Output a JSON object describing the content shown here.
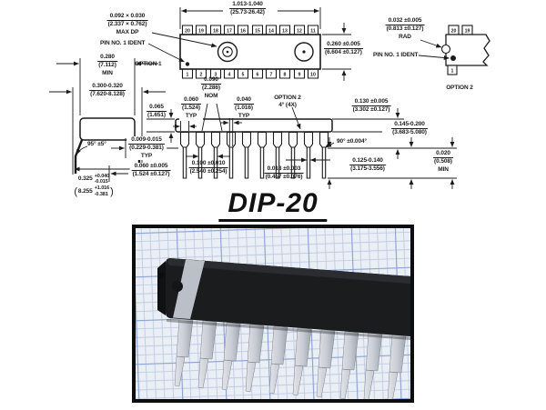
{
  "title": "DIP-20",
  "drawing": {
    "top_view": {
      "pins_top": [
        "20",
        "19",
        "18",
        "17",
        "16",
        "15",
        "14",
        "13",
        "12",
        "11"
      ],
      "pins_bottom": [
        "1",
        "2",
        "3",
        "4",
        "5",
        "6",
        "7",
        "8",
        "9",
        "10"
      ],
      "dim_width": {
        "inch": "1.013-1.040",
        "mm": "(25.73-26.42)"
      },
      "dim_height": {
        "inch": "0.260 ±0.005",
        "mm": "(6.604 ±0.127)"
      },
      "dim_ident": {
        "inch": "0.092 × 0.030",
        "mm": "(2.337 × 0.762)",
        "note": "MAX DP"
      },
      "pin1_label": "PIN NO. 1 IDENT",
      "option_label": "OPTION 1"
    },
    "option2_view": {
      "pins": [
        "20",
        "19"
      ],
      "pin_bottom": "1",
      "dim_rad": {
        "inch": "0.032 ±0.005",
        "mm": "(0.813 ±0.127)",
        "note": "RAD"
      },
      "pin1_label": "PIN NO. 1 IDENT",
      "option_label": "OPTION 2"
    },
    "end_view": {
      "dim_body_min": {
        "inch": "0.280",
        "mm": "(7.112)",
        "note": "MIN"
      },
      "dim_row_spacing": {
        "inch": "0.300-0.320",
        "mm": "(7.620-8.128)"
      },
      "angle": "95° ±5°",
      "dim_span": {
        "inch_main": "0.325",
        "inch_plus": "+0.040",
        "inch_minus": "-0.015",
        "mm_main": "8.255",
        "mm_plus": "+1.016",
        "mm_minus": "-0.381",
        "paren_open": "(",
        "paren_close": ")"
      }
    },
    "side_view": {
      "dim_nom": {
        "inch": "0.090",
        "mm": "(2.286)",
        "note": "NOM"
      },
      "dim_shoulder_w": {
        "inch": "0.060",
        "mm": "(1.524)",
        "note": "TYP"
      },
      "dim_body_h": {
        "inch": "0.065",
        "mm": "(1.651)"
      },
      "dim_tip_w": {
        "inch": "0.040",
        "mm": "(1.016)",
        "note": "TYP"
      },
      "option2_label": "OPTION 2",
      "option2_angle": "4° (4X)",
      "dim_pitch": {
        "inch": "0.100 ±0.010",
        "mm": "(2.540 ±0.254)"
      },
      "dim_lead_thk": {
        "inch": "0.018 ±0.003",
        "mm": "(0.457 ±0.076)"
      },
      "angle_seating": "90° ±0.004°",
      "dim_tip_len": {
        "inch": "0.125-0.140",
        "mm": "(3.175-3.556)"
      },
      "dim_standoff": {
        "inch": "0.020",
        "mm": "(0.508)",
        "note": "MIN"
      },
      "dim_seat_h": {
        "inch": "0.145-0.200",
        "mm": "(3.683-5.080)"
      },
      "dim_shldr_h": {
        "inch": "0.130 ±0.005",
        "mm": "(3.302 ±0.127)"
      },
      "dim_lead_t": {
        "inch": "0.009-0.015",
        "mm": "(0.229-0.381)",
        "note": "TYP"
      },
      "dim_lead_w": {
        "inch": "0.060 ±0.005",
        "mm": "(1.524 ±0.127)"
      }
    }
  },
  "colors": {
    "line": "#1a1a1a",
    "photo_border": "#0d0d0d",
    "paper": "#eaeef5",
    "grid_minor": "#bac7e0",
    "grid_major": "#8aa3cf",
    "ic_body": "#1b1c1e",
    "pin_silver": "#c7cbd3"
  }
}
